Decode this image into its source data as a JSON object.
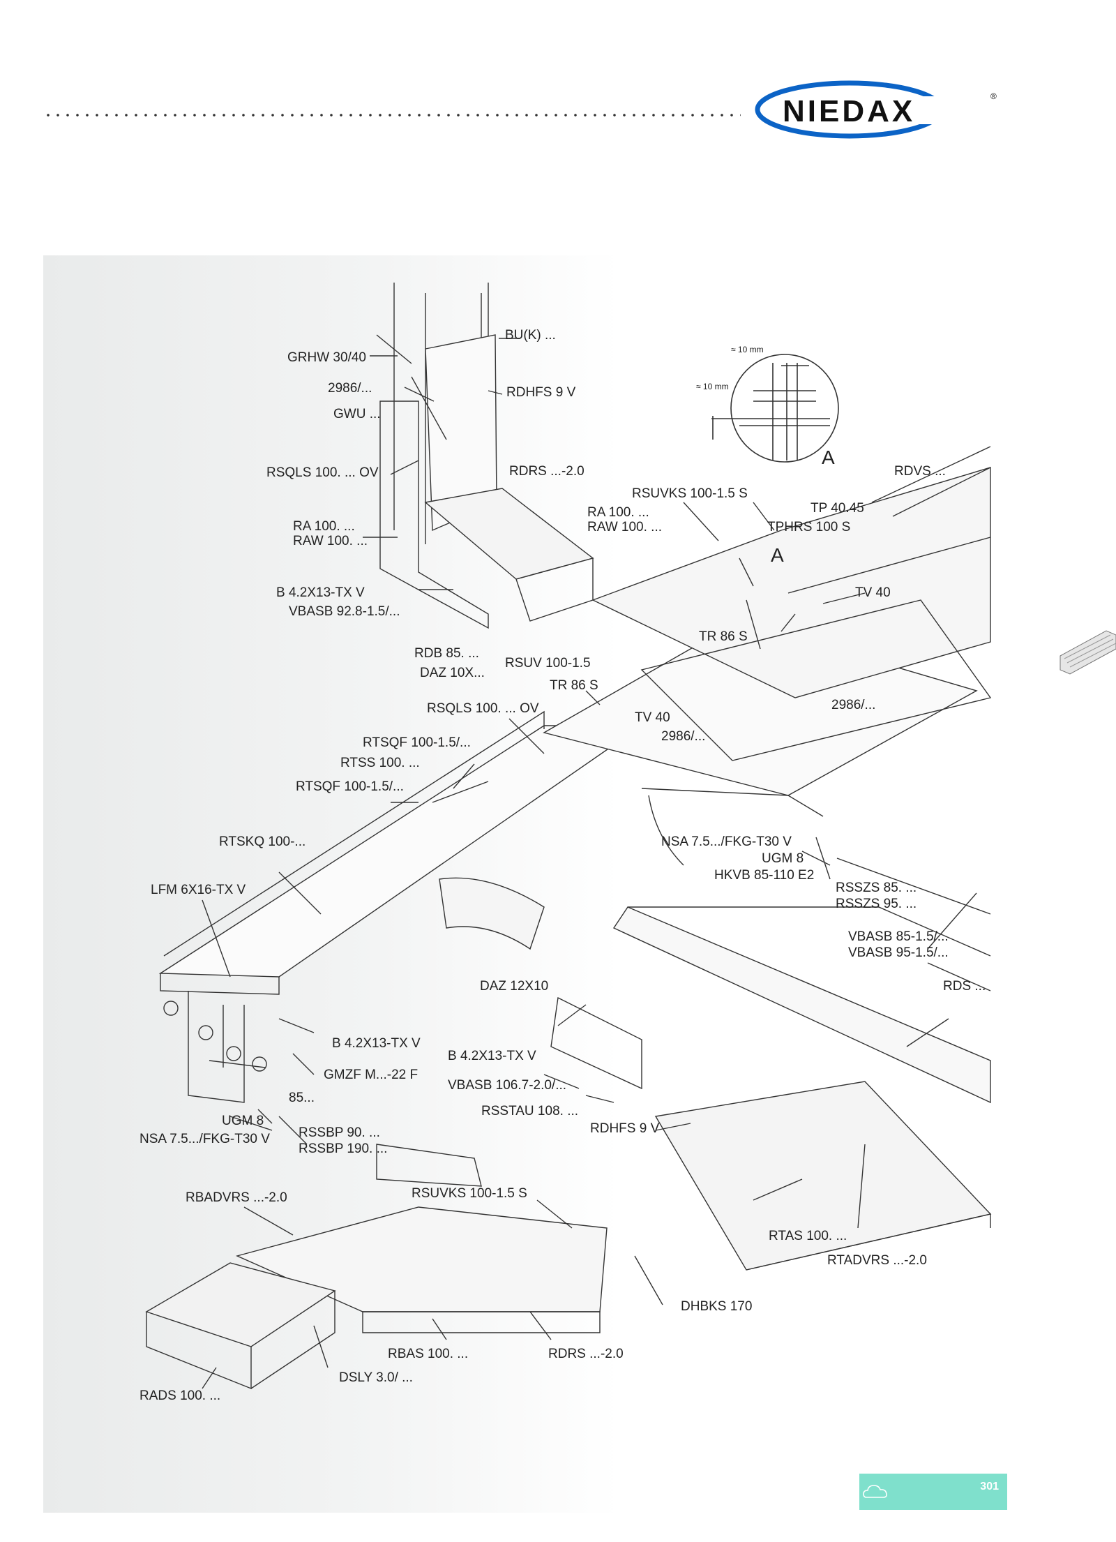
{
  "brand": {
    "name": "NIEDAX",
    "registered": "®",
    "color": "#0b63c6"
  },
  "page_number": "301",
  "accent_color": "#7fe0cc",
  "detail": {
    "letter": "A",
    "dim_top": "≈ 10 mm",
    "dim_left": "≈ 10 mm"
  },
  "labels": [
    "BU(K) ...",
    "GRHW 30/40",
    "2986/...",
    "RDHFS 9 V",
    "GWU ...",
    "RSQLS 100. ... OV",
    "RDRS ...-2.0",
    "RDVS ...",
    "RSUVKS 100-1.5 S",
    "RA 100. ...",
    "RAW 100. ...",
    "TP 40.45",
    "TPHRS 100 S",
    "RA 100. ...",
    "RAW 100. ...",
    "A",
    "B 4.2X13-TX V",
    "VBASB 92.8-1.5/...",
    "TV 40",
    "TR 86 S",
    "RDB 85. ...",
    "RSUV 100-1.5",
    "DAZ 10X...",
    "TR 86 S",
    "RSQLS 100. ... OV",
    "TV 40",
    "2986/...",
    "2986/...",
    "RTSQF 100-1.5/...",
    "RTSS 100. ...",
    "RTSQF 100-1.5/...",
    "RTSKQ 100-...",
    "NSA 7.5.../FKG-T30 V",
    "UGM 8",
    "HKVB 85-110 E2",
    "RSSZS 85. ...",
    "RSSZS 95. ...",
    "LFM 6X16-TX V",
    "VBASB 85-1.5/...",
    "VBASB 95-1.5/...",
    "DAZ 12X10",
    "RDS ...",
    "B 4.2X13-TX V",
    "B 4.2X13-TX V",
    "GMZF M...-22 F",
    "VBASB 106.7-2.0/...",
    "85...",
    "RSSTAU 108. ...",
    "UGM 8",
    "RDHFS 9 V",
    "NSA 7.5.../FKG-T30 V",
    "RSSBP 90. ...",
    "RSSBP 190. ...",
    "RBADVRS ...-2.0",
    "RSUVKS 100-1.5 S",
    "RTAS 100. ...",
    "RTADVRS ...-2.0",
    "DHBKS 170",
    "RBAS 100. ...",
    "RDRS ...-2.0",
    "DSLY 3.0/ ...",
    "RADS 100. ..."
  ]
}
